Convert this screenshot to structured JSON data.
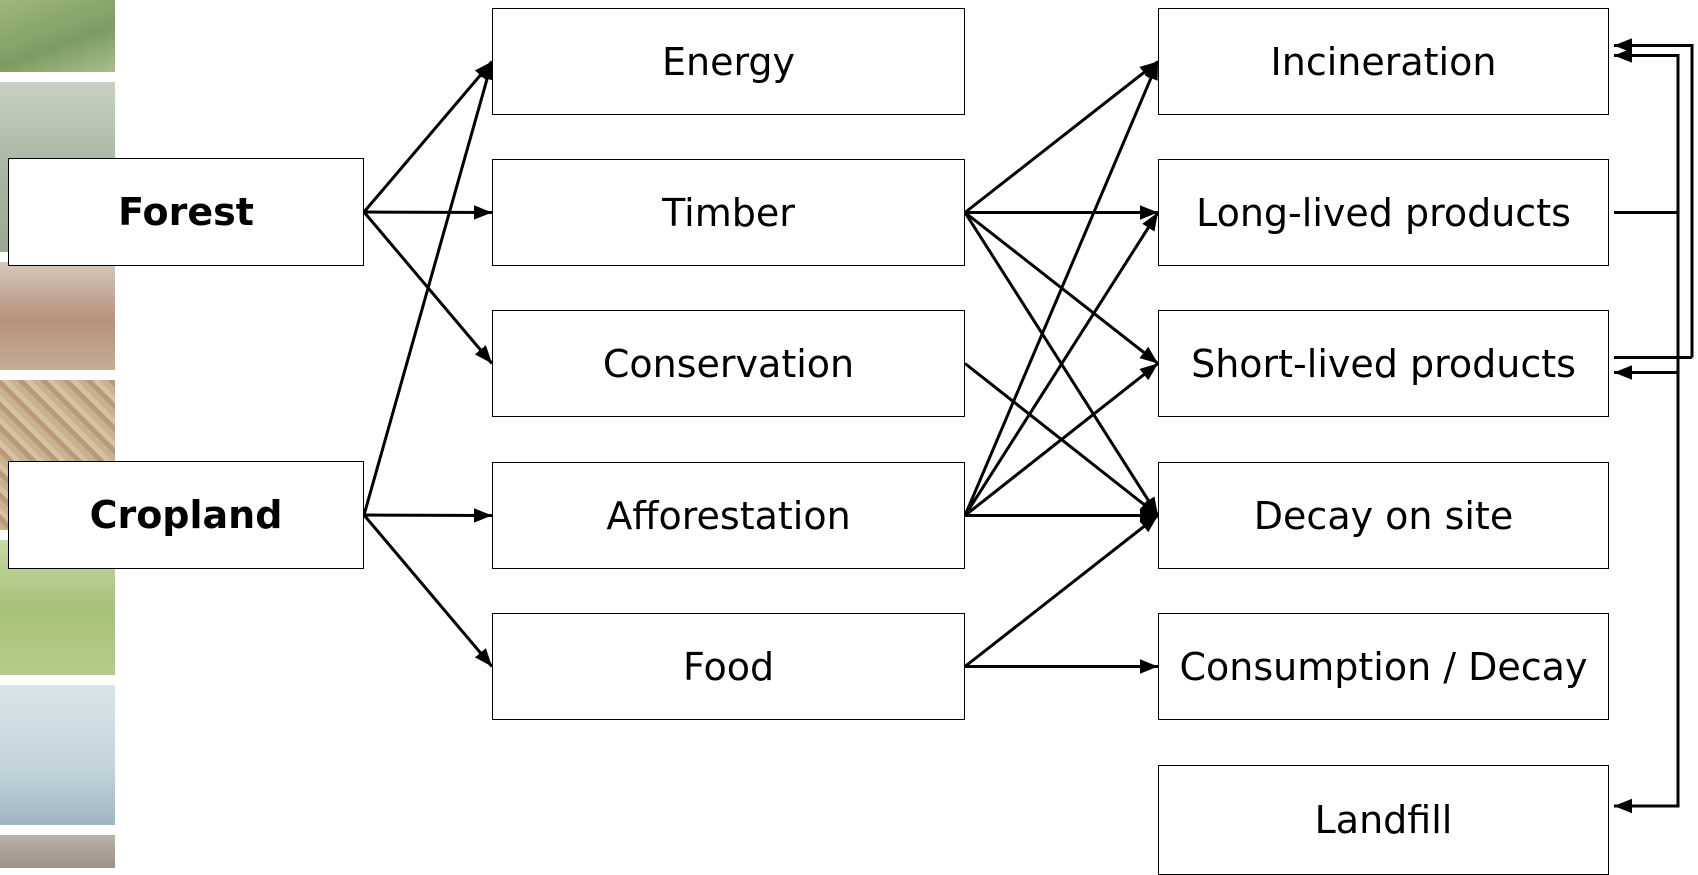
{
  "sources": {
    "forest": "Forest",
    "cropland": "Cropland"
  },
  "uses": {
    "energy": "Energy",
    "timber": "Timber",
    "conservation": "Conservation",
    "afforestation": "Afforestation",
    "food": "Food"
  },
  "fates": {
    "incineration": "Incineration",
    "long_lived": "Long-lived products",
    "short_lived": "Short-lived products",
    "decay_site": "Decay on site",
    "consumption": "Consumption / Decay",
    "landfill": "Landfill"
  },
  "flows": [
    [
      "forest",
      "energy"
    ],
    [
      "forest",
      "timber"
    ],
    [
      "forest",
      "conservation"
    ],
    [
      "cropland",
      "energy"
    ],
    [
      "cropland",
      "afforestation"
    ],
    [
      "cropland",
      "food"
    ],
    [
      "timber",
      "incineration"
    ],
    [
      "timber",
      "long_lived"
    ],
    [
      "timber",
      "short_lived"
    ],
    [
      "timber",
      "decay_site"
    ],
    [
      "conservation",
      "decay_site"
    ],
    [
      "afforestation",
      "incineration"
    ],
    [
      "afforestation",
      "long_lived"
    ],
    [
      "afforestation",
      "short_lived"
    ],
    [
      "afforestation",
      "decay_site"
    ],
    [
      "food",
      "decay_site"
    ],
    [
      "food",
      "consumption"
    ]
  ],
  "recycle_flows": [
    [
      "long_lived",
      "incineration"
    ],
    [
      "long_lived",
      "short_lived"
    ],
    [
      "long_lived",
      "landfill"
    ],
    [
      "short_lived",
      "incineration"
    ],
    [
      "short_lived",
      "landfill"
    ]
  ],
  "colors": {
    "line": "#000000",
    "box_border": "#000000",
    "strip_tiles": [
      "#8fae6e",
      "#a4b09a",
      "#b9a190",
      "#c8b49b",
      "#a9c080",
      "#bccba2",
      "#c2d3dc",
      "#b8bcc0"
    ]
  },
  "icons": [
    "forest-photo",
    "sawmill-photo",
    "woodchip-photo",
    "cropland-photo",
    "industry-photo",
    "landfill-photo"
  ]
}
